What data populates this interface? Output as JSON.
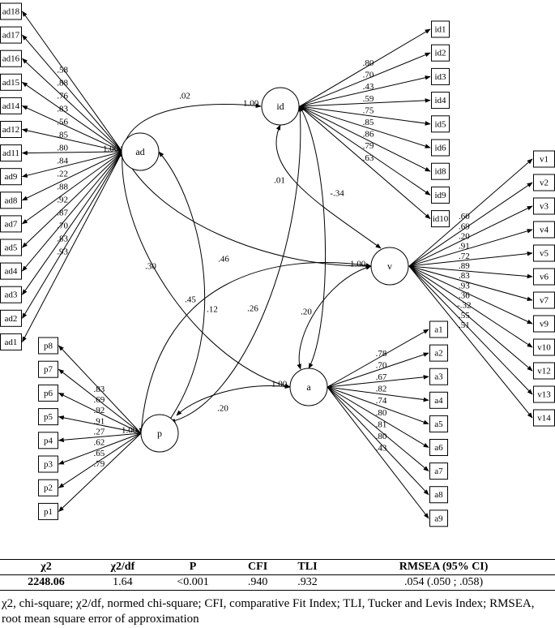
{
  "diagram": {
    "latents": [
      {
        "id": "ad",
        "label": "ad",
        "variance": "1.00"
      },
      {
        "id": "id",
        "label": "id",
        "variance": "1.00"
      },
      {
        "id": "v",
        "label": "v",
        "variance": "1.00"
      },
      {
        "id": "a",
        "label": "a",
        "variance": "1.00"
      },
      {
        "id": "p",
        "label": "p",
        "variance": "1.00"
      }
    ],
    "indicators": {
      "ad": [
        {
          "label": "ad18",
          "loading": ".58"
        },
        {
          "label": "ad17",
          "loading": ".88"
        },
        {
          "label": "ad16",
          "loading": ".76"
        },
        {
          "label": "ad15",
          "loading": ".83"
        },
        {
          "label": "ad14",
          "loading": ".56"
        },
        {
          "label": "ad12",
          "loading": ".85"
        },
        {
          "label": "ad11",
          "loading": ".80"
        },
        {
          "label": "ad9",
          "loading": ".84"
        },
        {
          "label": "ad8",
          "loading": ".22"
        },
        {
          "label": "ad7",
          "loading": ".88"
        },
        {
          "label": "ad5",
          "loading": ".92"
        },
        {
          "label": "ad4",
          "loading": ".87"
        },
        {
          "label": "ad3",
          "loading": ".70"
        },
        {
          "label": "ad2",
          "loading": ".83"
        },
        {
          "label": "ad1",
          "loading": ".93"
        }
      ],
      "id": [
        {
          "label": "id1",
          "loading": ".80"
        },
        {
          "label": "id2",
          "loading": ".70"
        },
        {
          "label": "id3",
          "loading": ".43"
        },
        {
          "label": "id4",
          "loading": ".59"
        },
        {
          "label": "id5",
          "loading": ".75"
        },
        {
          "label": "id6",
          "loading": ".85"
        },
        {
          "label": "id8",
          "loading": ".86"
        },
        {
          "label": "id9",
          "loading": ".79"
        },
        {
          "label": "id10",
          "loading": ".63"
        }
      ],
      "v": [
        {
          "label": "v1",
          "loading": ".60"
        },
        {
          "label": "v2",
          "loading": ".69"
        },
        {
          "label": "v3",
          "loading": ".20"
        },
        {
          "label": "v4",
          "loading": ".91"
        },
        {
          "label": "v5",
          "loading": ".72"
        },
        {
          "label": "v6",
          "loading": ".89"
        },
        {
          "label": "v7",
          "loading": ".83"
        },
        {
          "label": "v9",
          "loading": ".93"
        },
        {
          "label": "v10",
          "loading": ".36"
        },
        {
          "label": "v12",
          "loading": "-.32"
        },
        {
          "label": "v13",
          "loading": ".55"
        },
        {
          "label": "v14",
          "loading": ".51"
        }
      ],
      "a": [
        {
          "label": "a1",
          "loading": ".78"
        },
        {
          "label": "a2",
          "loading": ".70"
        },
        {
          "label": "a3",
          "loading": ".67"
        },
        {
          "label": "a4",
          "loading": ".82"
        },
        {
          "label": "a5",
          "loading": ".74"
        },
        {
          "label": "a6",
          "loading": ".80"
        },
        {
          "label": "a7",
          "loading": ".81"
        },
        {
          "label": "a8",
          "loading": ".80"
        },
        {
          "label": "a9",
          "loading": ".43"
        }
      ],
      "p": [
        {
          "label": "p8",
          "loading": ".83"
        },
        {
          "label": "p7",
          "loading": ".69"
        },
        {
          "label": "p6",
          "loading": ".92"
        },
        {
          "label": "p5",
          "loading": ".91"
        },
        {
          "label": "p4",
          "loading": ".27"
        },
        {
          "label": "p3",
          "loading": ".62"
        },
        {
          "label": "p2",
          "loading": ".65"
        },
        {
          "label": "p1",
          "loading": ".79"
        }
      ]
    },
    "correlations": [
      {
        "from": "ad",
        "to": "id",
        "value": ".02"
      },
      {
        "from": "ad",
        "to": "v",
        "value": ".46"
      },
      {
        "from": "ad",
        "to": "a",
        "value": ".30"
      },
      {
        "from": "ad",
        "to": "p",
        "value": ".12"
      },
      {
        "from": "id",
        "to": "v",
        "value": ".01"
      },
      {
        "from": "id",
        "to": "a",
        "value": "-.34"
      },
      {
        "from": "id",
        "to": "p",
        "value": ".26"
      },
      {
        "from": "v",
        "to": "a",
        "value": ".20"
      },
      {
        "from": "v",
        "to": "p",
        "value": ".45"
      },
      {
        "from": "a",
        "to": "p",
        "value": ".20"
      }
    ]
  },
  "fit_table": {
    "headers": [
      "χ2",
      "χ2/df",
      "P",
      "CFI",
      "TLI",
      "RMSEA (95% CI)"
    ],
    "values": [
      "2248.06",
      "1.64",
      "<0.001",
      ".940",
      ".932",
      ".054 (.050 ; .058)"
    ]
  },
  "note": "χ2, chi-square; χ2/df, normed chi-square; CFI, comparative Fit Index; TLI, Tucker and Levis Index; RMSEA, root mean square error of approximation"
}
